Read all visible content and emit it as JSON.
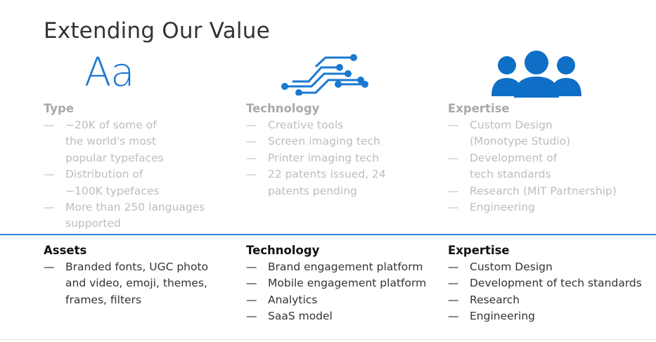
{
  "title": "Extending Our Value",
  "colors": {
    "accent": "#2e86de",
    "icon_blue": "#0f6fc6"
  },
  "icons": {
    "type": "Aa",
    "technology": "circuit-icon",
    "expertise": "people-group-icon"
  },
  "top": [
    {
      "heading": "Type",
      "items": [
        "~20K of some of the world's most popular typefaces",
        "Distribution of ~100K typefaces",
        "More than 250 languages supported"
      ]
    },
    {
      "heading": "Technology",
      "items": [
        "Creative tools",
        "Screen imaging tech",
        "Printer imaging tech",
        "22 patents issued, 24 patents pending"
      ]
    },
    {
      "heading": "Expertise",
      "items": [
        "Custom Design (Monotype Studio)",
        "Development of tech standards",
        "Research (MIT Partnership)",
        "Engineering"
      ]
    }
  ],
  "bottom": [
    {
      "heading": "Assets",
      "items": [
        "Branded fonts, UGC photo and video, emoji, themes, frames, filters"
      ]
    },
    {
      "heading": "Technology",
      "items": [
        "Brand engagement platform",
        "Mobile engagement platform",
        "Analytics",
        "SaaS model"
      ]
    },
    {
      "heading": "Expertise",
      "items": [
        "Custom Design",
        "Development of tech standards",
        "Research",
        "Engineering"
      ]
    }
  ]
}
